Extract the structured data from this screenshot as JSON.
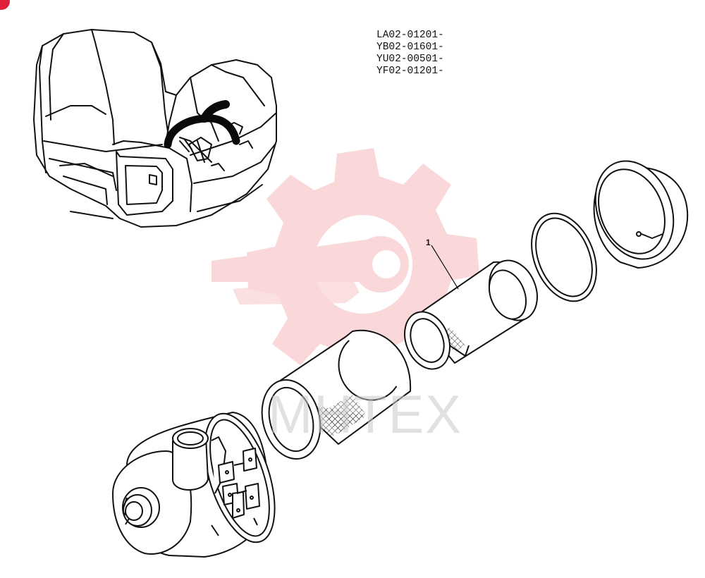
{
  "serial_numbers": [
    "LA02-01201-",
    "YB02-01601-",
    "YU02-00501-",
    "YF02-01201-"
  ],
  "callouts": [
    {
      "number": "1"
    }
  ],
  "watermark": {
    "text": "MHTEX",
    "color": "#e63946"
  },
  "colors": {
    "line": "#111111",
    "watermark": "#f4a3a8",
    "corner": "#e0203a"
  }
}
